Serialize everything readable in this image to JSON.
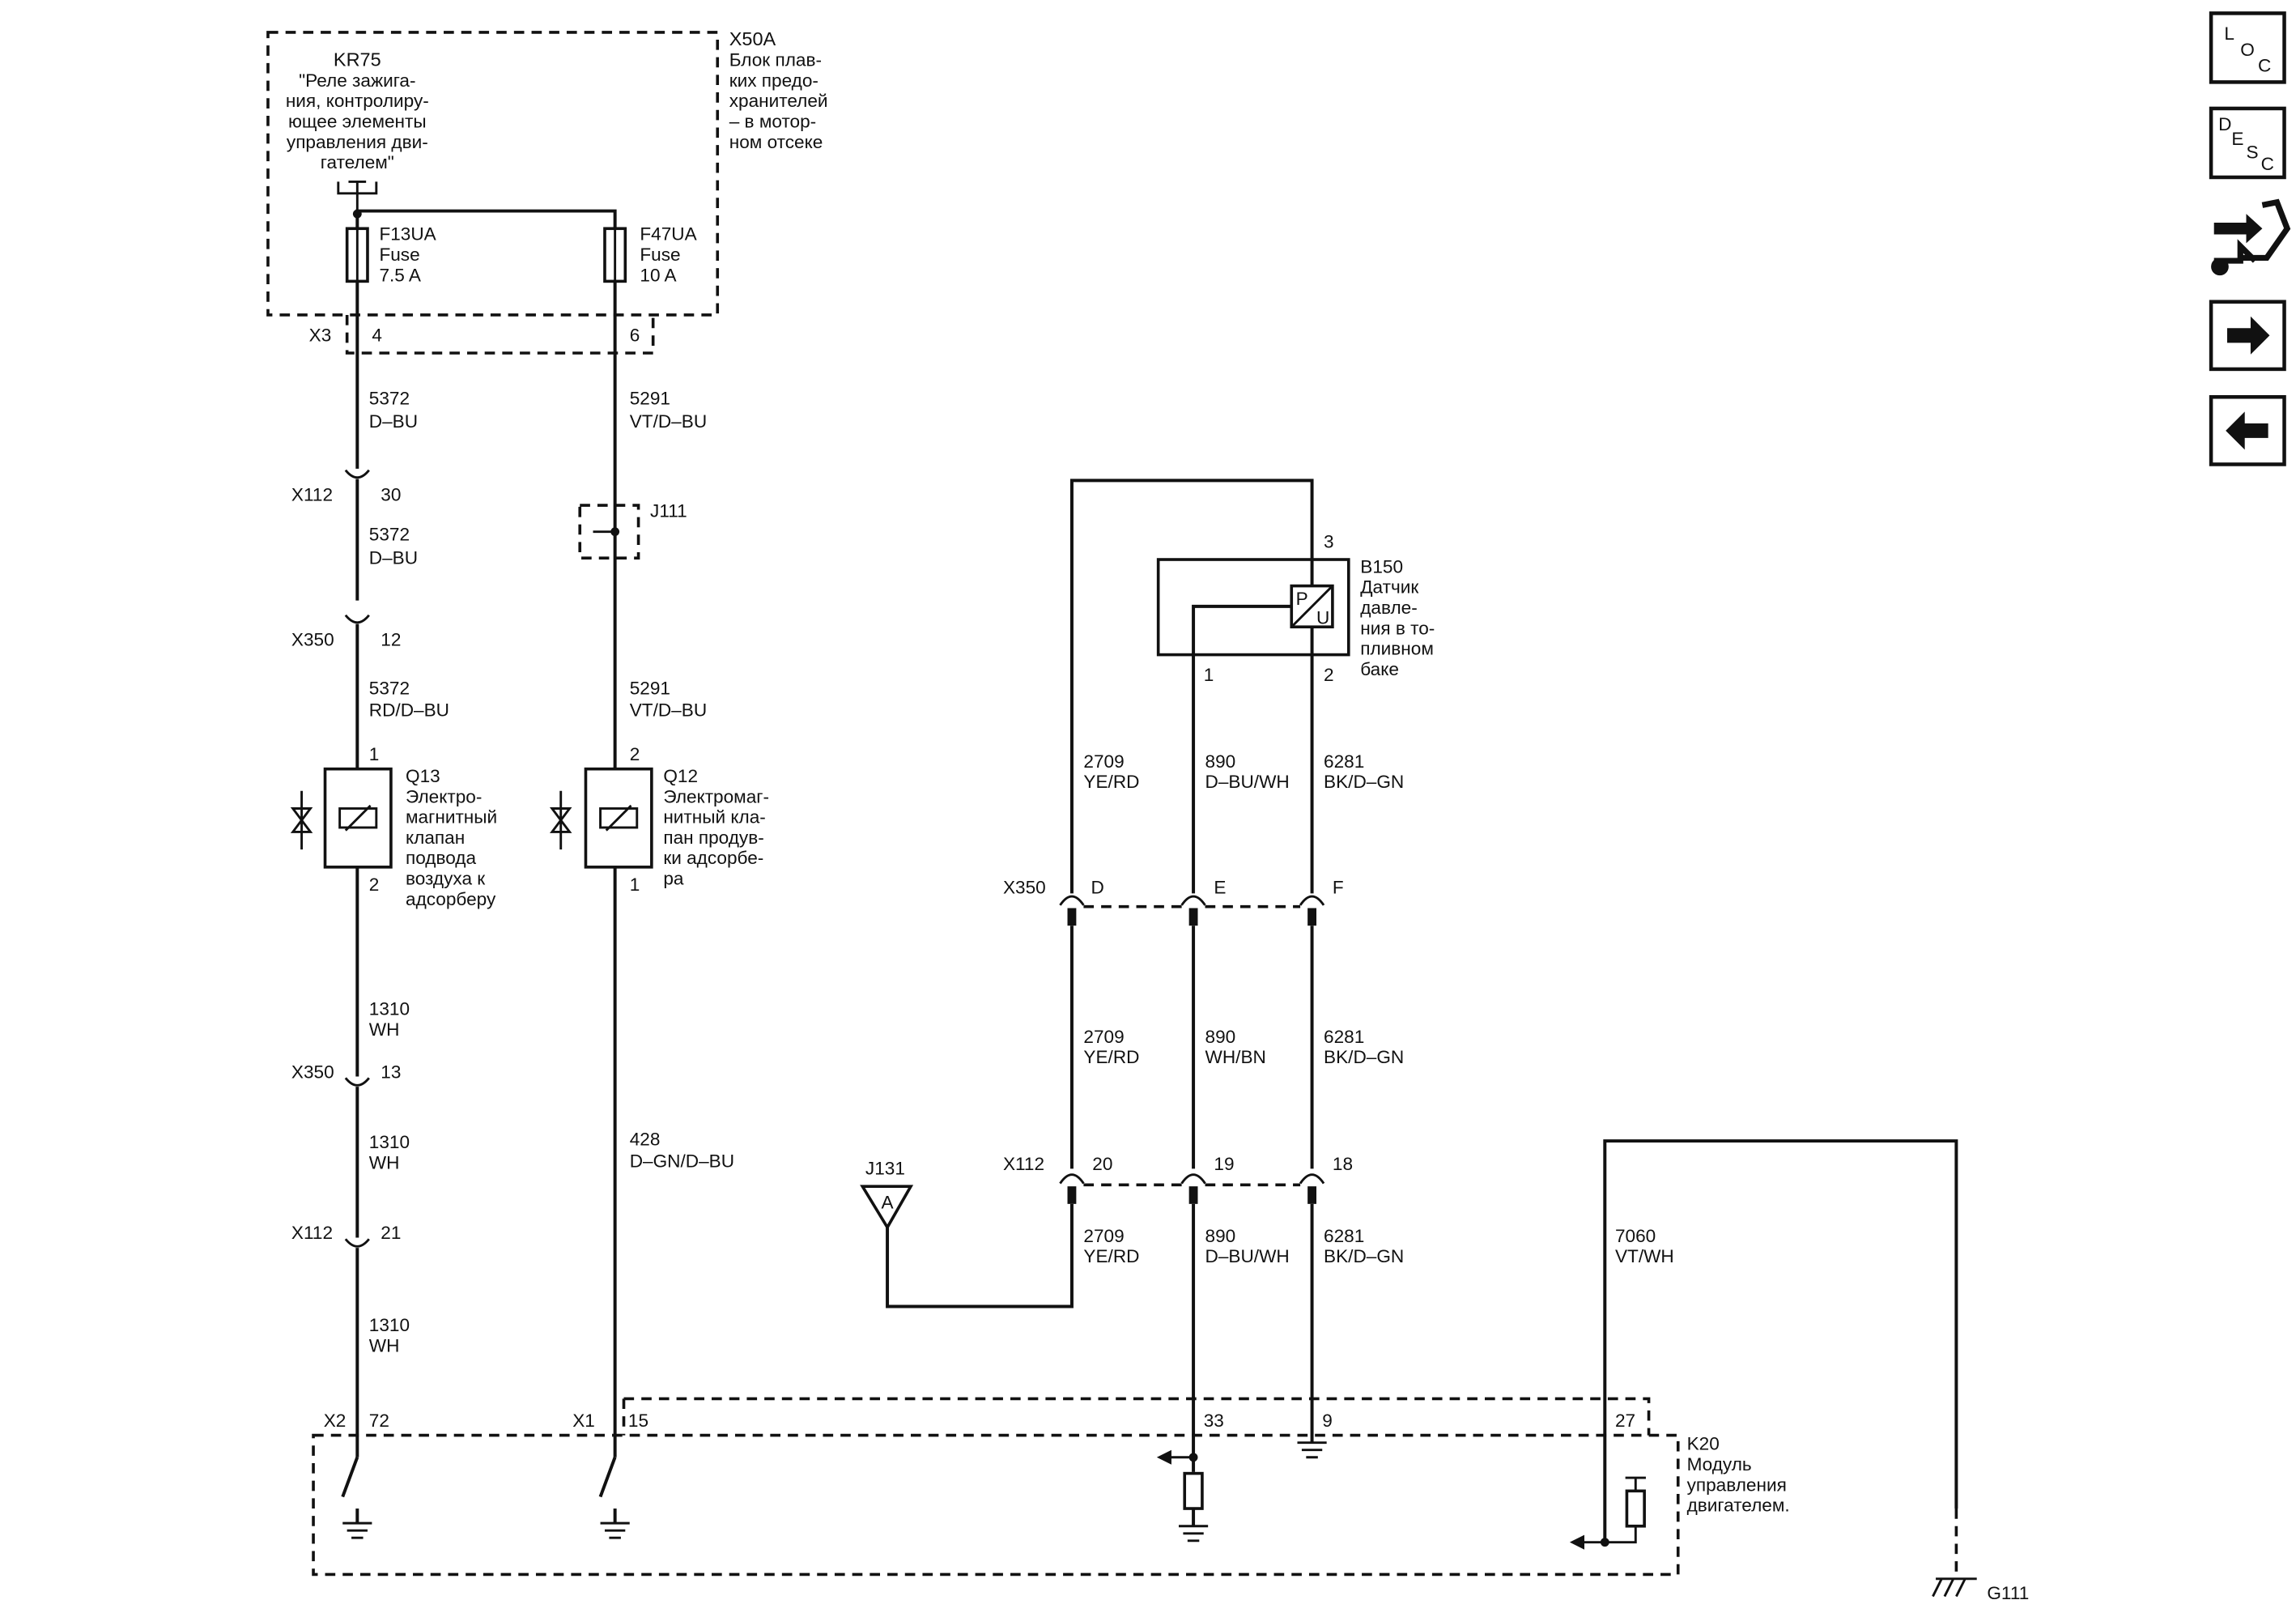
{
  "modules": {
    "fuse_block": {
      "id": "X50A",
      "desc": [
        "Блок плав-",
        "ких предо-",
        "хранителей",
        "– в мотор-",
        "ном отсеке"
      ]
    },
    "relay": {
      "id": "KR75",
      "desc": [
        "\"Реле зажига-",
        "ния, контролиру-",
        "ющее элементы",
        "управления дви-",
        "гателем\""
      ]
    },
    "fuse_a": {
      "id": "F13UA",
      "type": "Fuse",
      "rating": "7.5 A"
    },
    "fuse_b": {
      "id": "F47UA",
      "type": "Fuse",
      "rating": "10 A"
    },
    "splice": {
      "id": "J111"
    },
    "valve_q13": {
      "id": "Q13",
      "pin_top": "1",
      "pin_bottom": "2",
      "desc": [
        "Электро-",
        "магнитный",
        "клапан",
        "подвода",
        "воздуха к",
        "адсорберу"
      ]
    },
    "valve_q12": {
      "id": "Q12",
      "pin_top": "2",
      "pin_bottom": "1",
      "desc": [
        "Электромаг-",
        "нитный кла-",
        "пан продув-",
        "ки адсорбе-",
        "ра"
      ]
    },
    "sensor": {
      "id": "B150",
      "pin3": "3",
      "pin1": "1",
      "pin2": "2",
      "p": "P",
      "u": "U",
      "desc": [
        "Датчик",
        "давле-",
        "ния в то-",
        "пливном",
        "баке"
      ]
    },
    "j131": {
      "id": "J131",
      "letter": "A"
    },
    "ecm": {
      "id": "K20",
      "desc": [
        "Модуль",
        "управления",
        "двигателем."
      ]
    },
    "ground": {
      "id": "G111"
    }
  },
  "connectors": {
    "x3": {
      "id": "X3",
      "pin4": "4",
      "pin6": "6"
    },
    "x112_top": {
      "id": "X112",
      "pin": "30"
    },
    "x350_top": {
      "id": "X350",
      "pin": "12"
    },
    "x350_mid": {
      "id": "X350",
      "pin": "13"
    },
    "x112_left": {
      "id": "X112",
      "pin": "21"
    },
    "x350_right": {
      "id": "X350",
      "pin_d": "D",
      "pin_e": "E",
      "pin_f": "F"
    },
    "x112_right": {
      "id": "X112",
      "pin_a": "20",
      "pin_b": "19",
      "pin_c": "18"
    },
    "x2": {
      "id": "X2",
      "pin": "72"
    },
    "x1": {
      "id": "X1",
      "pin15": "15",
      "pin33": "33",
      "pin9": "9",
      "pin27": "27"
    }
  },
  "wires": {
    "w1a": {
      "num": "5372",
      "color": "D–BU"
    },
    "w1b": {
      "num": "5372",
      "color": "D–BU"
    },
    "w1c": {
      "num": "5372",
      "color": "RD/D–BU"
    },
    "w1d": {
      "num": "1310",
      "color": "WH"
    },
    "w1e": {
      "num": "1310",
      "color": "WH"
    },
    "w1f": {
      "num": "1310",
      "color": "WH"
    },
    "w2a": {
      "num": "5291",
      "color": "VT/D–BU"
    },
    "w2b": {
      "num": "5291",
      "color": "VT/D–BU"
    },
    "w2c": {
      "num": "428",
      "color": "D–GN/D–BU"
    },
    "w3a": {
      "num": "2709",
      "color": "YE/RD"
    },
    "w3b": {
      "num": "2709",
      "color": "YE/RD"
    },
    "w3c": {
      "num": "2709",
      "color": "YE/RD"
    },
    "w4a": {
      "num": "890",
      "color": "D–BU/WH"
    },
    "w4b": {
      "num": "890",
      "color": "WH/BN"
    },
    "w4c": {
      "num": "890",
      "color": "D–BU/WH"
    },
    "w5a": {
      "num": "6281",
      "color": "BK/D–GN"
    },
    "w5b": {
      "num": "6281",
      "color": "BK/D–GN"
    },
    "w5c": {
      "num": "6281",
      "color": "BK/D–GN"
    },
    "w6": {
      "num": "7060",
      "color": "VT/WH"
    }
  },
  "nav": {
    "loc": {
      "top": "L",
      "mid": "O",
      "bottom": "C"
    },
    "desc": {
      "top": "D",
      "mid": "E",
      "l3": "S",
      "bottom": "C"
    }
  }
}
